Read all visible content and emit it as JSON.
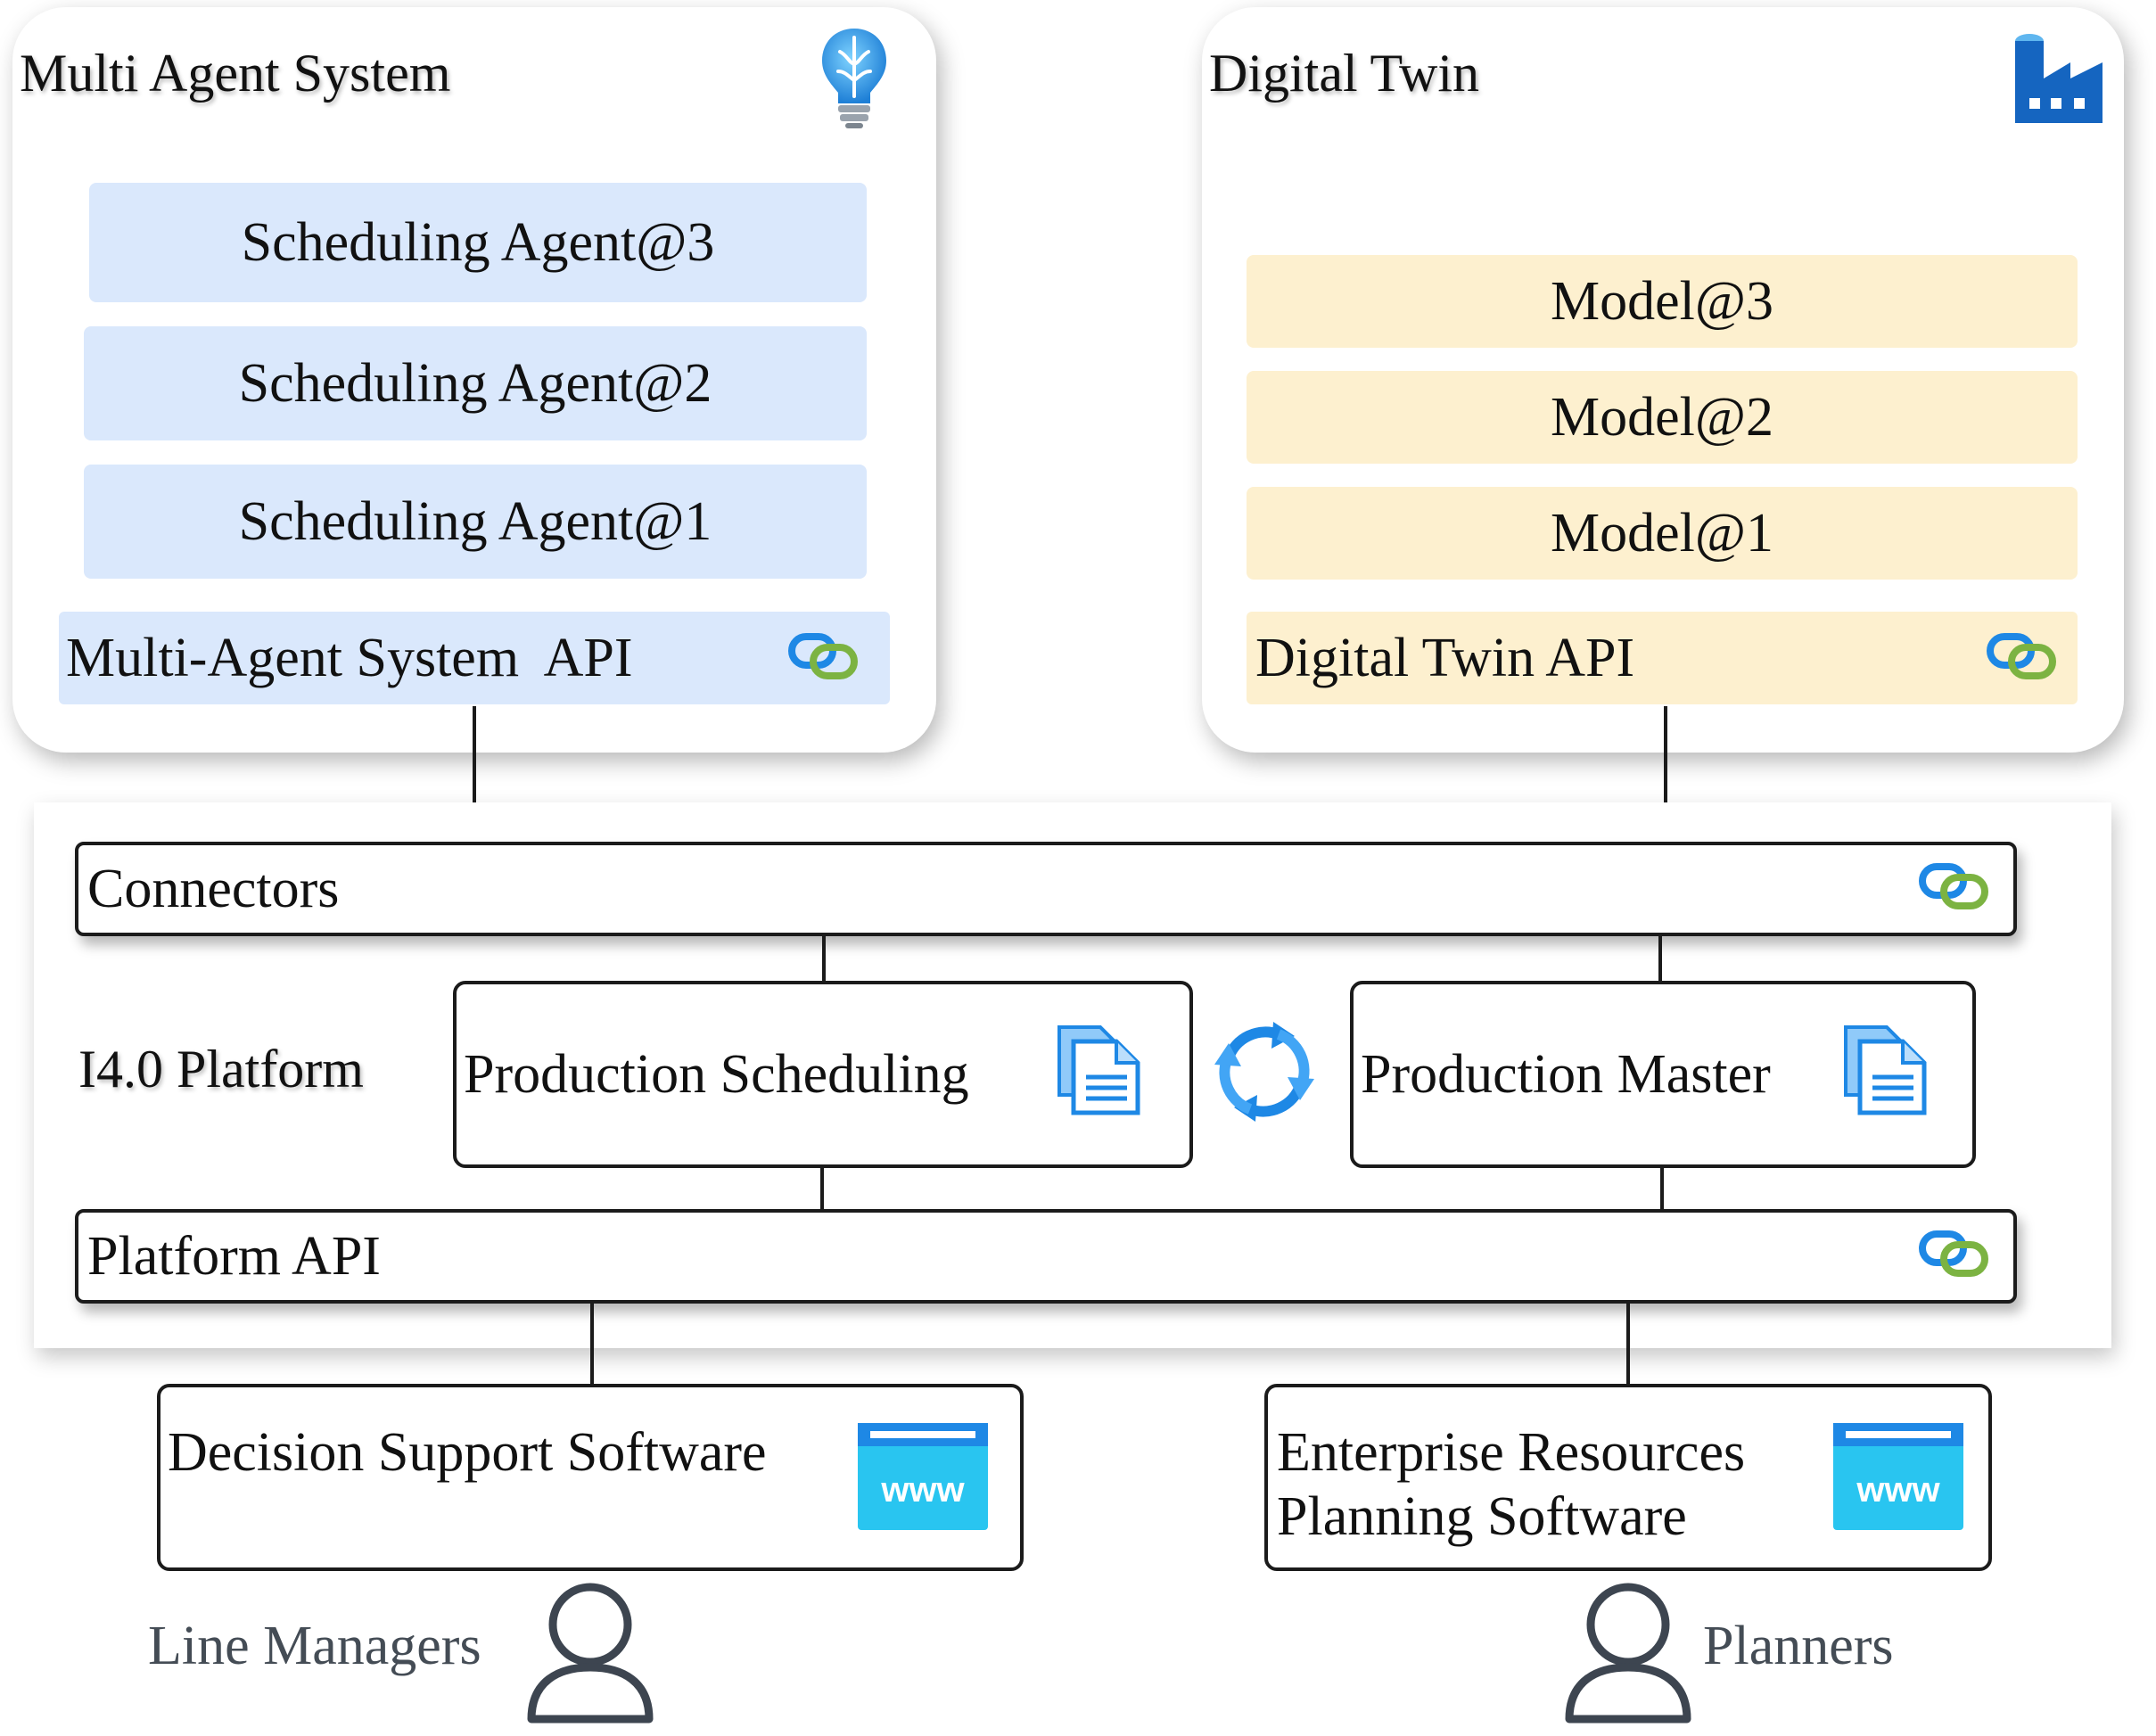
{
  "mas": {
    "title": "Multi Agent System",
    "agents": [
      "Scheduling Agent@3",
      "Scheduling Agent@2",
      "Scheduling Agent@1"
    ],
    "api": "Multi-Agent System  API",
    "icon": "lightbulb-brain-icon"
  },
  "dt": {
    "title": "Digital Twin",
    "models": [
      "Model@3",
      "Model@2",
      "Model@1"
    ],
    "api": "Digital Twin API",
    "icon": "factory-icon"
  },
  "platform": {
    "label": "I4.0 Platform",
    "connectors": "Connectors",
    "production_scheduling": "Production Scheduling",
    "production_master": "Production Master",
    "platform_api": "Platform API"
  },
  "clients": {
    "dss": "Decision Support Software",
    "erp_line1": "Enterprise Resources",
    "erp_line2": "Planning Software",
    "www": "www"
  },
  "users": {
    "line_managers": "Line Managers",
    "planners": "Planners"
  },
  "colors": {
    "blue_box": "#dae8fc",
    "yellow_box": "#fdf0cf",
    "link_blue": "#1e88e5",
    "link_green": "#7cb342",
    "doc_blue": "#1e88e5",
    "www_cyan": "#29c5f0",
    "user_outline": "#3d4550"
  }
}
